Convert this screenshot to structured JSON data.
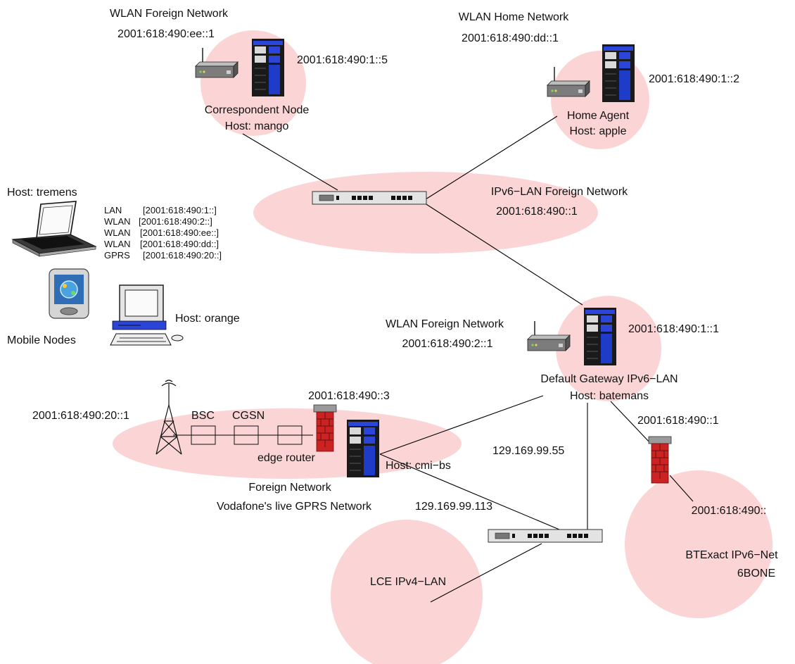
{
  "wlan_foreign_mango": {
    "title": "WLAN Foreign Network",
    "address": "2001:618:490:ee::1"
  },
  "correspondent": {
    "address": "2001:618:490:1::5",
    "role": "Correspondent Node",
    "host": "Host: mango"
  },
  "wlan_home": {
    "title": "WLAN Home Network",
    "address": "2001:618:490:dd::1"
  },
  "home_agent": {
    "address": "2001:618:490:1::2",
    "role": "Home Agent",
    "host": "Host: apple"
  },
  "ipv6_lan": {
    "title": "IPv6−LAN Foreign Network",
    "address": "2001:618:490::1"
  },
  "mobile": {
    "tremens": "Host: tremens",
    "orange": "Host: orange",
    "group_label": "Mobile Nodes",
    "interfaces": [
      {
        "type": "LAN",
        "prefix": "[2001:618:490:1::]"
      },
      {
        "type": "WLAN",
        "prefix": "[2001:618:490:2::]"
      },
      {
        "type": "WLAN",
        "prefix": "[2001:618:490:ee::]"
      },
      {
        "type": "WLAN",
        "prefix": "[2001:618:490:dd::]"
      },
      {
        "type": "GPRS",
        "prefix": "[2001:618:490:20::]"
      }
    ]
  },
  "wlan_foreign_batemans": {
    "title": "WLAN Foreign Network",
    "address": "2001:618:490:2::1"
  },
  "gateway": {
    "address": "2001:618:490:1::1",
    "role": "Default Gateway IPv6−LAN",
    "host": "Host: batemans"
  },
  "gprs": {
    "tower_address": "2001:618:490:20::1",
    "bsc": "BSC",
    "cgsn": "CGSN",
    "edge": "edge router",
    "firewall_address": "2001:618:490::3",
    "host": "Host: cmi−bs",
    "network_name": "Foreign Network",
    "network_desc": "Vodafone's live GPRS Network"
  },
  "ipv4": {
    "addr_gateway": "129.169.99.55",
    "addr_cmi": "129.169.99.113",
    "lan_label": "LCE IPv4−LAN"
  },
  "btexact": {
    "firewall_address": "2001:618:490::1",
    "prefix": "2001:618:490::",
    "name": "BTExact IPv6−Net",
    "sub": "6BONE"
  },
  "colors": {
    "cloud": "#fbd5d5",
    "server_blue": "#1f3cc8",
    "firewall_red": "#cc2222"
  }
}
